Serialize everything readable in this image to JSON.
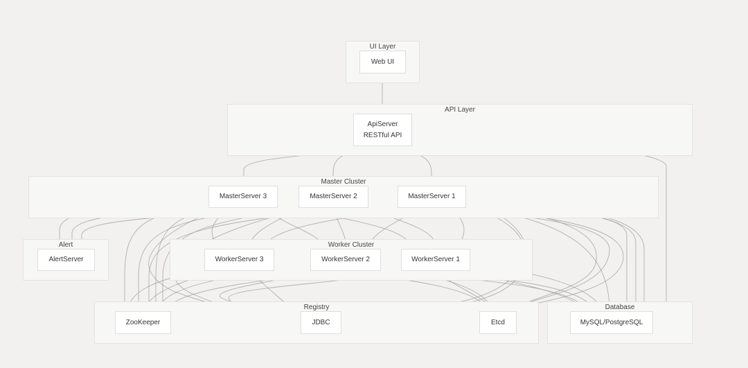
{
  "groups": {
    "ui": "UI Layer",
    "api": "API Layer",
    "master": "Master Cluster",
    "alert": "Alert",
    "worker": "Worker Cluster",
    "registry": "Registry",
    "database": "Database"
  },
  "nodes": {
    "web_ui": "Web UI",
    "api_server": {
      "line1": "ApiServer",
      "line2": "RESTful API"
    },
    "master_3": "MasterServer 3",
    "master_2": "MasterServer 2",
    "master_1": "MasterServer 1",
    "alert_server": "AlertServer",
    "worker_3": "WorkerServer 3",
    "worker_2": "WorkerServer 2",
    "worker_1": "WorkerServer 1",
    "zookeeper": "ZooKeeper",
    "jdbc": "JDBC",
    "etcd": "Etcd",
    "database_node": "MySQL/PostgreSQL"
  },
  "colors": {
    "edge": "#9a9a9a",
    "group_bg": "#f7f7f6",
    "node_bg": "#ffffff"
  }
}
